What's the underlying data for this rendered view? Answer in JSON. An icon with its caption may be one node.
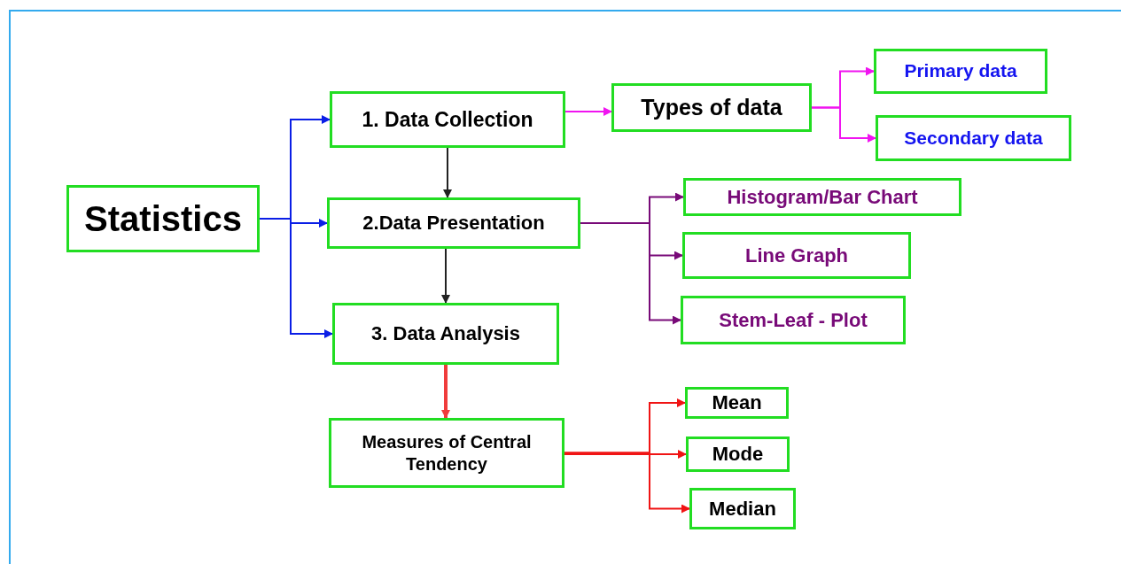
{
  "diagram": {
    "nodes": [
      {
        "text": [
          "Statistics"
        ]
      },
      {
        "text": [
          "1. Data Collection"
        ]
      },
      {
        "text": [
          "2.Data Presentation"
        ]
      },
      {
        "text": [
          "3. Data Analysis"
        ]
      },
      {
        "text": [
          "Measures of Central Tendency"
        ]
      },
      {
        "text": [
          "Types of data"
        ]
      },
      {
        "text": [
          "Primary data"
        ]
      },
      {
        "text": [
          "Secondary data"
        ]
      },
      {
        "text": [
          "Histogram/Bar Chart"
        ]
      },
      {
        "text": [
          "Line Graph"
        ]
      },
      {
        "text": [
          "Stem-Leaf - Plot"
        ]
      },
      {
        "text": [
          "Mean"
        ]
      },
      {
        "text": [
          "Mode"
        ]
      },
      {
        "text": [
          "Median"
        ]
      }
    ],
    "edges": [
      {
        "from": 0,
        "to": 1,
        "arrow": "to",
        "color": "#0a1ee6"
      },
      {
        "from": 0,
        "to": 2,
        "arrow": "to",
        "color": "#0a1ee6"
      },
      {
        "from": 0,
        "to": 3,
        "arrow": "to",
        "color": "#0a1ee6"
      },
      {
        "from": 1,
        "to": 2,
        "arrow": "to",
        "color": "#222222"
      },
      {
        "from": 2,
        "to": 3,
        "arrow": "to",
        "color": "#222222"
      },
      {
        "from": 3,
        "to": 4,
        "arrow": "to",
        "color": "#f03c3c",
        "style": "thick"
      },
      {
        "from": 1,
        "to": 5,
        "arrow": "to",
        "color": "#f014f0"
      },
      {
        "from": 5,
        "to": 6,
        "arrow": "to",
        "color": "#f014f0"
      },
      {
        "from": 5,
        "to": 7,
        "arrow": "to",
        "color": "#f014f0"
      },
      {
        "from": 2,
        "to": 8,
        "arrow": "to",
        "color": "#780a78"
      },
      {
        "from": 2,
        "to": 9,
        "arrow": "to",
        "color": "#780a78"
      },
      {
        "from": 2,
        "to": 10,
        "arrow": "to",
        "color": "#780a78"
      },
      {
        "from": 4,
        "to": 11,
        "arrow": "to",
        "color": "#f01414"
      },
      {
        "from": 4,
        "to": 12,
        "arrow": "to",
        "color": "#f01414"
      },
      {
        "from": 4,
        "to": 13,
        "arrow": "to",
        "color": "#f01414"
      }
    ]
  }
}
